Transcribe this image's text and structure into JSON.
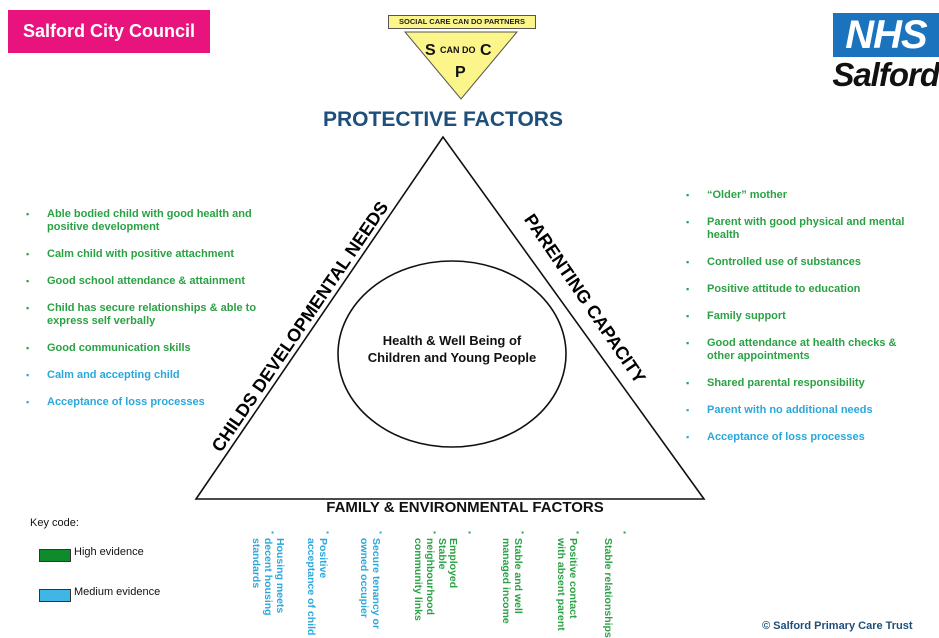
{
  "header": {
    "council_logo": "Salford City Council",
    "nhs_logo": "NHS",
    "nhs_sub": "Salford",
    "partners_label": "SOCIAL CARE CAN DO PARTNERS",
    "badge": {
      "s": "S",
      "can_do": "CAN DO",
      "c": "C",
      "p": "P"
    }
  },
  "title": "PROTECTIVE FACTORS",
  "triangle": {
    "left_side": "CHILDS DEVELOPMENTAL NEEDS",
    "right_side": "PARENTING CAPACITY",
    "bottom": "FAMILY & ENVIRONMENTAL FACTORS",
    "centre": "Health & Well Being of Children and Young People"
  },
  "left_factors": [
    {
      "text": "Able bodied child with good health and positive development",
      "level": "high"
    },
    {
      "text": "Calm child with positive attachment",
      "level": "high"
    },
    {
      "text": "Good school attendance & attainment",
      "level": "high"
    },
    {
      "text": "Child has secure relationships & able to express self verbally",
      "level": "high"
    },
    {
      "text": "Good communication skills",
      "level": "high"
    },
    {
      "text": "Calm and accepting child",
      "level": "medium"
    },
    {
      "text": "Acceptance of loss processes",
      "level": "medium"
    }
  ],
  "right_factors": [
    {
      "text": "“Older” mother",
      "level": "high"
    },
    {
      "text": "Parent with good physical and mental  health",
      "level": "high"
    },
    {
      "text": "Controlled use of substances",
      "level": "high"
    },
    {
      "text": "Positive attitude to education",
      "level": "high"
    },
    {
      "text": "Family support",
      "level": "high"
    },
    {
      "text": "Good attendance at health checks & other appointments",
      "level": "high"
    },
    {
      "text": "Shared parental responsibility",
      "level": "high"
    },
    {
      "text": "Parent with no additional needs",
      "level": "medium"
    },
    {
      "text": "Acceptance of loss processes",
      "level": "medium"
    }
  ],
  "bottom_factors": [
    {
      "text": "Housing meets decent housing standards",
      "level": "medium"
    },
    {
      "text": "Positive acceptance of child",
      "level": "medium"
    },
    {
      "text": "Secure tenancy or owned occupier",
      "level": "medium"
    },
    {
      "text": "Stable neighbourhood community links",
      "level": "high"
    },
    {
      "text": "Employed",
      "level": "high"
    },
    {
      "text": "Stable and well managed income",
      "level": "high"
    },
    {
      "text": "Positive contact with absent parent",
      "level": "high"
    },
    {
      "text": "Stable relationships",
      "level": "high"
    }
  ],
  "key": {
    "title": "Key code:",
    "high": "High evidence",
    "medium": "Medium evidence",
    "colors": {
      "high": "#0e8c2c",
      "medium": "#3fb6e6",
      "high_text": "#2aa244",
      "medium_text": "#29a8dc"
    }
  },
  "copyright": "© Salford Primary Care Trust"
}
